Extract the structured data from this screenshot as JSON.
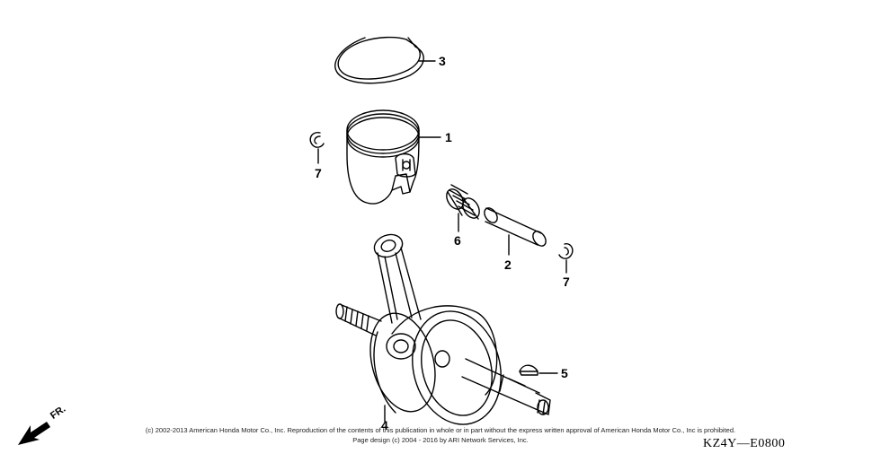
{
  "callouts": {
    "piston": "1",
    "piston_pin": "2",
    "piston_ring": "3",
    "crankshaft": "4",
    "woodruff_key": "5",
    "needle_bearing": "6",
    "clip_left": "7",
    "clip_right": "7"
  },
  "copyright": {
    "line1": "(c) 2002-2013 American Honda Motor Co., Inc. Reproduction of the contents of this publication in whole or in part without the express written approval of American Honda Motor Co., Inc is prohibited.",
    "line2": "Page design (c) 2004 - 2016 by ARI Network Services, Inc."
  },
  "diagram_code": "KZ4Y—E0800",
  "direction_label": "FR."
}
